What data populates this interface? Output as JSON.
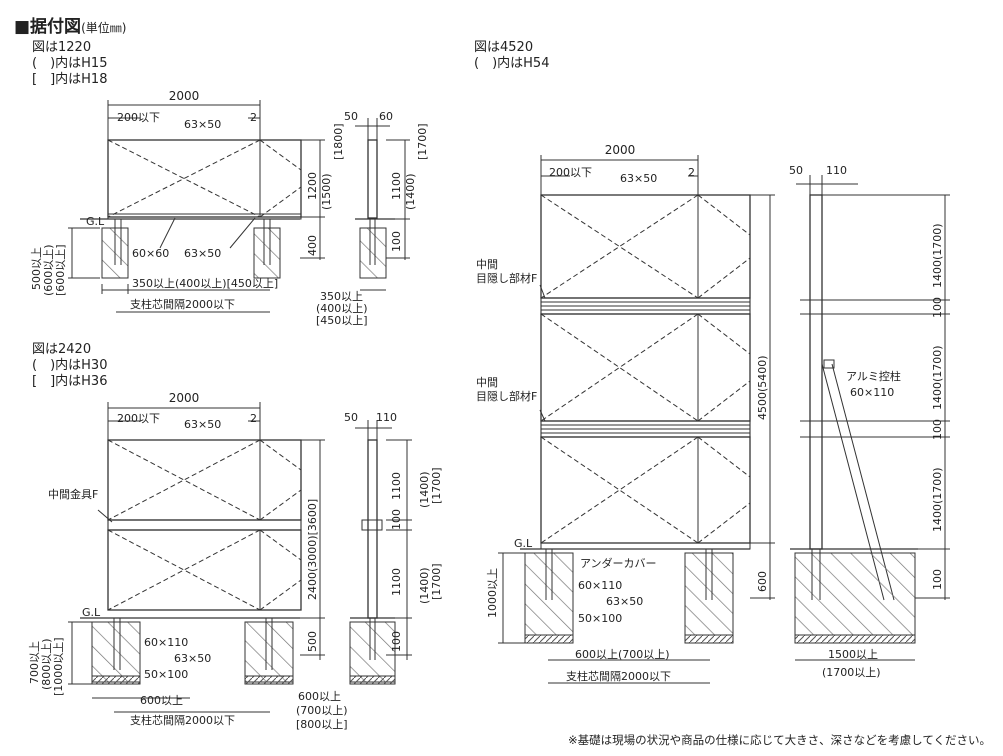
{
  "title": "■据付図",
  "unit": "(単位㎜)",
  "fig1": {
    "caption": "図は1220",
    "paren": "(　)内はH15",
    "bracket": "[　]内はH18"
  },
  "fig2": {
    "caption": "図は2420",
    "paren": "(　)内はH30",
    "bracket": "[　]内はH36"
  },
  "fig3": {
    "caption": "図は4520",
    "paren": "(　)内はH54"
  },
  "dims": {
    "w2000": "2000",
    "d200": "200以下",
    "d63x50": "63×50",
    "d2": "2",
    "d50": "50",
    "d60": "60",
    "d110": "110",
    "h1200": "1200",
    "h1500": "(1500)",
    "h1800": "[1800]",
    "h1100": "1100",
    "h1400": "(1400)",
    "h1700": "[1700]",
    "h400": "400",
    "h100": "100",
    "h500": "500",
    "h600": "600",
    "f500": "500以上",
    "f600p": "(600以上)",
    "f600b": "[600以上]",
    "d60x60": "60×60",
    "d350": "350以上(400以上)[450以上]",
    "pitch": "支柱芯間隔2000以下",
    "s350": "350以上",
    "s400": "(400以上)",
    "s450": "[450以上]",
    "gl": "G.L",
    "h2400": "2400(3000)[3600]",
    "h1400b": "(1400)",
    "h1700b": "[1700]",
    "midfit": "中間金具F",
    "f700": "700以上",
    "f800": "(800以上)",
    "f1000b": "[1000以上]",
    "d60x110": "60×110",
    "d50x100": "50×100",
    "s600": "600以上",
    "s700": "(700以上)",
    "s800": "[800以上]",
    "h4500": "4500(5400)",
    "h1400p": "1400(1700)",
    "mid1": "中間",
    "mid2": "目隠し部材F",
    "under": "アンダーカバー",
    "alu1": "アルミ控柱",
    "alu2": "60×110",
    "f1000": "1000以上",
    "s600b": "600以上(700以上)",
    "s1500": "1500以上",
    "s1700": "(1700以上)"
  },
  "note": "※基礎は現場の状況や商品の仕様に応じて大きさ、深さなどを考慮してください。"
}
